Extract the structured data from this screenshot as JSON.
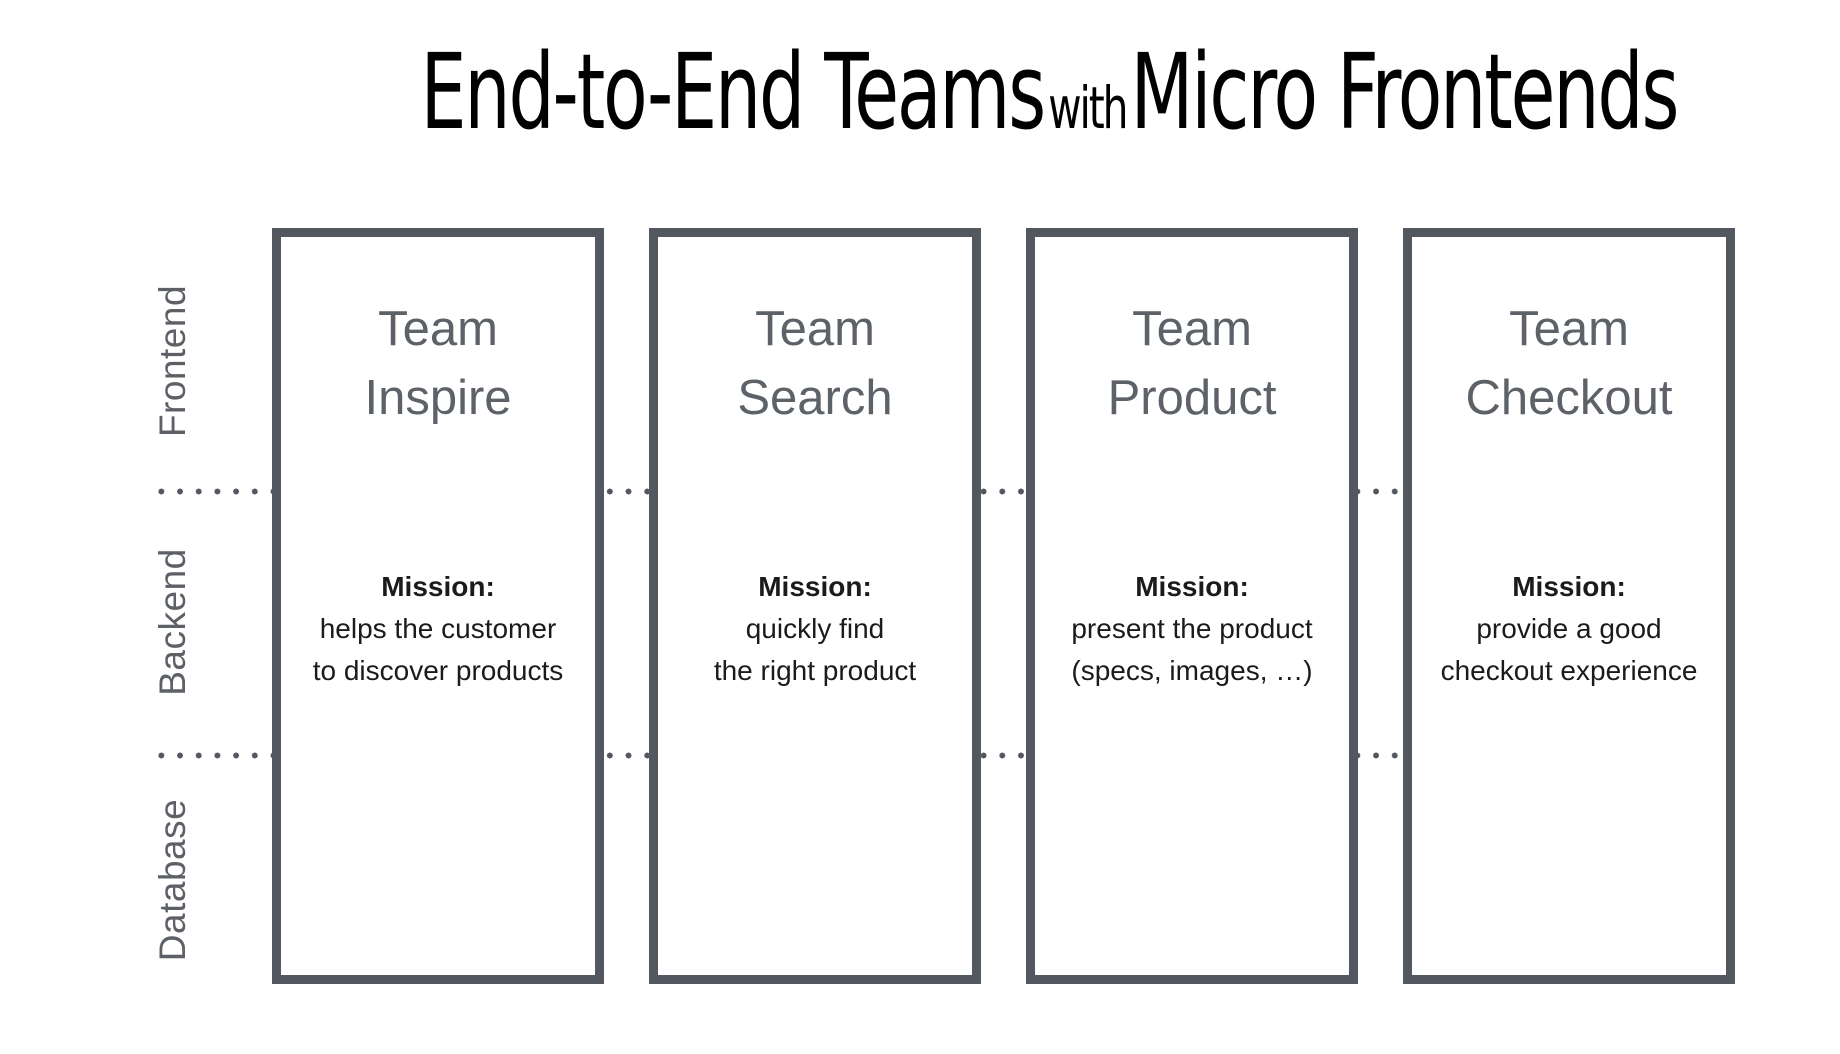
{
  "title": {
    "left": "End-to-End Teams",
    "connector": "with",
    "right": "Micro Frontends"
  },
  "layers": [
    {
      "label": "Frontend"
    },
    {
      "label": "Backend"
    },
    {
      "label": "Database"
    }
  ],
  "teams": [
    {
      "name_lines": [
        "Team",
        "Inspire"
      ],
      "mission_label": "Mission:",
      "mission_lines": [
        "helps the customer",
        "to discover products"
      ]
    },
    {
      "name_lines": [
        "Team",
        "Search"
      ],
      "mission_label": "Mission:",
      "mission_lines": [
        "quickly find",
        "the right product"
      ]
    },
    {
      "name_lines": [
        "Team",
        "Product"
      ],
      "mission_label": "Mission:",
      "mission_lines": [
        "present the product",
        "(specs, images, …)"
      ]
    },
    {
      "name_lines": [
        "Team",
        "Checkout"
      ],
      "mission_label": "Mission:",
      "mission_lines": [
        "provide a good",
        "checkout experience"
      ]
    }
  ],
  "colors": {
    "background": "#ffffff",
    "box_border": "#53575f",
    "team_name": "#5d6268",
    "layer_label": "#5d6167",
    "mission_text": "#1a1b1d",
    "title_text": "#000000",
    "divider_dot": "#53575f"
  }
}
